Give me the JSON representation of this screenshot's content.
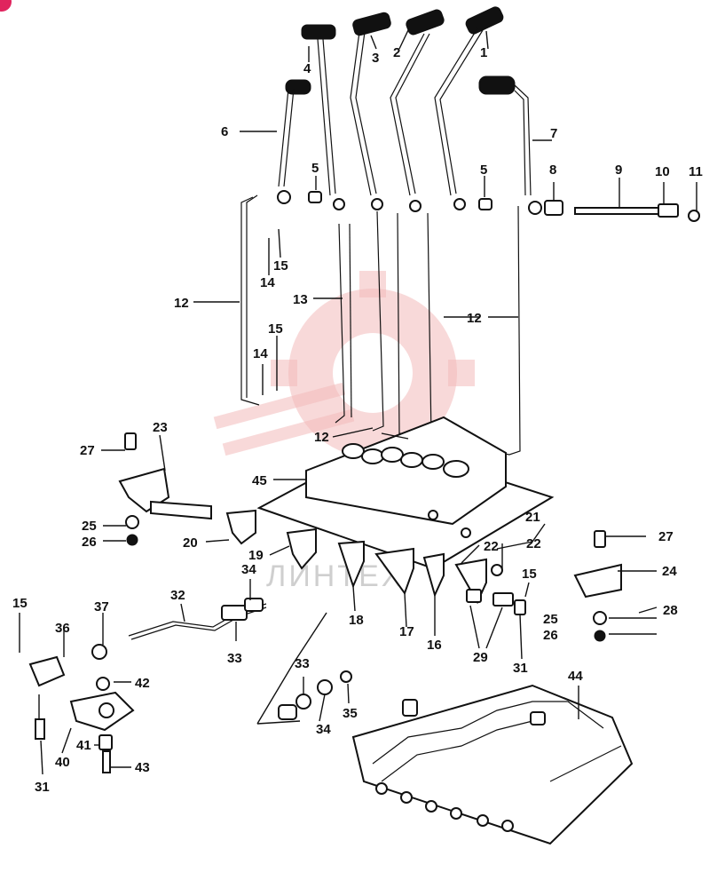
{
  "watermark_text": "ЛИНТЕХ",
  "callouts": {
    "c1": "1",
    "c2": "2",
    "c3": "3",
    "c4": "4",
    "c5a": "5",
    "c5b": "5",
    "c6": "6",
    "c7": "7",
    "c8": "8",
    "c9": "9",
    "c10": "10",
    "c11": "11",
    "c12a": "12",
    "c12b": "12",
    "c12c": "12",
    "c13": "13",
    "c14a": "14",
    "c14b": "14",
    "c15a": "15",
    "c15b": "15",
    "c15c": "15",
    "c15d": "15",
    "c16": "16",
    "c17": "17",
    "c18": "18",
    "c19": "19",
    "c20": "20",
    "c21": "21",
    "c22a": "22",
    "c22b": "22",
    "c23": "23",
    "c24": "24",
    "c25a": "25",
    "c25b": "25",
    "c26a": "26",
    "c26b": "26",
    "c27a": "27",
    "c27b": "27",
    "c28": "28",
    "c29": "29",
    "c31a": "31",
    "c31b": "31",
    "c32": "32",
    "c33a": "33",
    "c33b": "33",
    "c34a": "34",
    "c34b": "34",
    "c35": "35",
    "c36": "36",
    "c37": "37",
    "c40": "40",
    "c41": "41",
    "c42": "42",
    "c43": "43",
    "c44": "44",
    "c45": "45"
  },
  "colors": {
    "badge": "#e0245e",
    "watermark": "#f3b9b9",
    "ink": "#111111"
  }
}
